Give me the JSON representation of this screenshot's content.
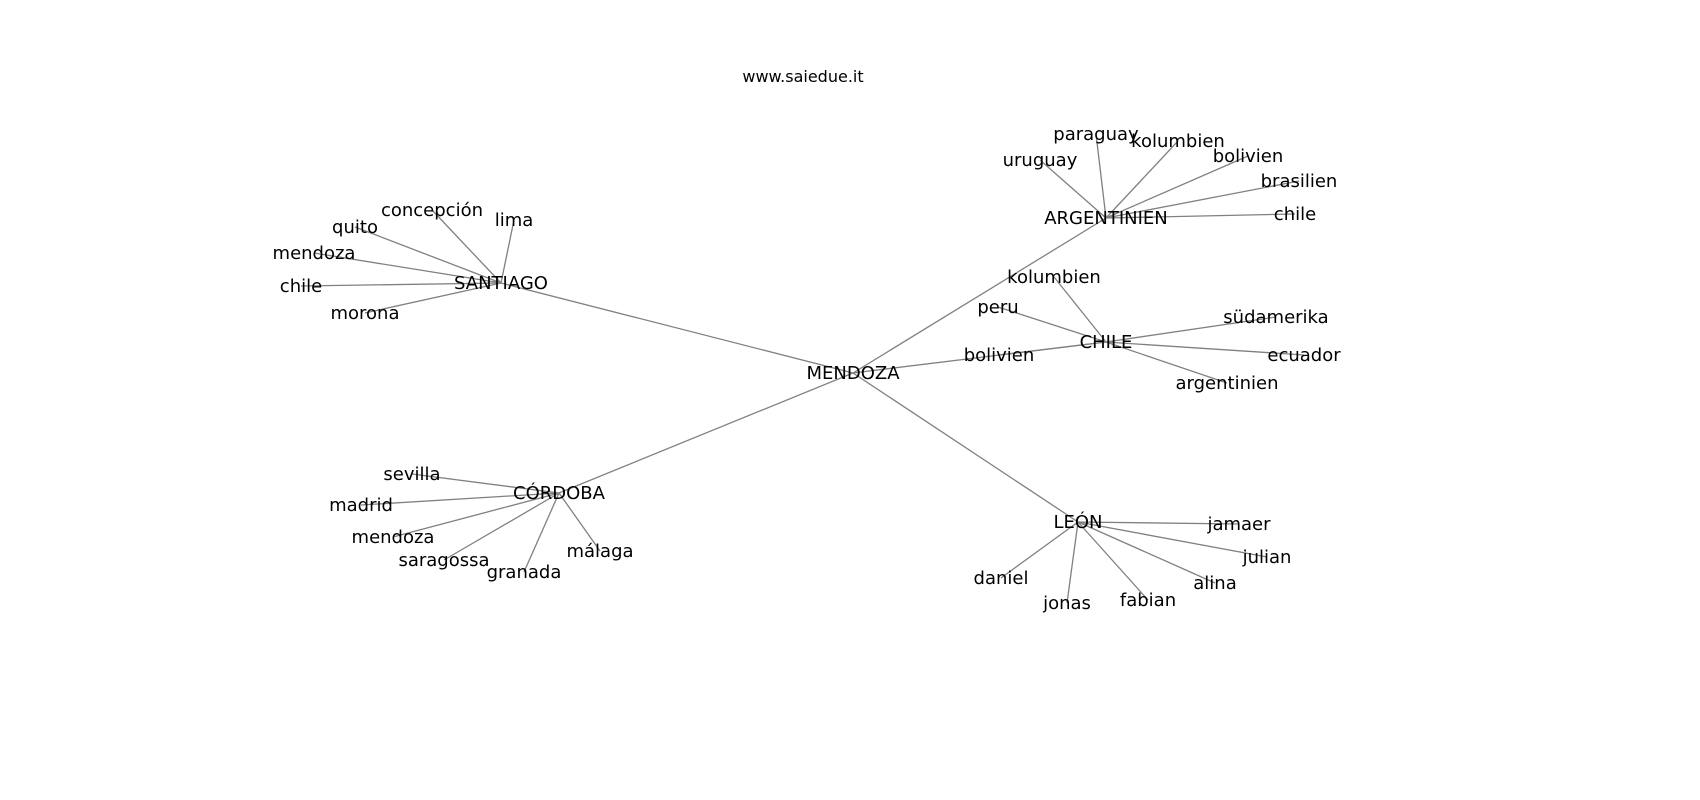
{
  "title": "www.saiedue.it",
  "chart_data": {
    "type": "network",
    "root": "MENDOZA",
    "nodes": [
      "MENDOZA",
      "SANTIAGO",
      "concepción",
      "lima",
      "quito",
      "mendoza",
      "chile",
      "morona",
      "ARGENTINIEN",
      "paraguay",
      "kolumbien",
      "uruguay",
      "bolivien",
      "brasilien",
      "chile",
      "CHILE",
      "kolumbien",
      "peru",
      "bolivien",
      "südamerika",
      "ecuador",
      "argentinien",
      "CÓRDOBA",
      "sevilla",
      "madrid",
      "mendoza",
      "saragossa",
      "granada",
      "málaga",
      "LEÓN",
      "jamaer",
      "julian",
      "alina",
      "fabian",
      "jonas",
      "daniel"
    ],
    "edges": [
      [
        0,
        1
      ],
      [
        0,
        8
      ],
      [
        0,
        15
      ],
      [
        0,
        22
      ],
      [
        0,
        29
      ],
      [
        1,
        2
      ],
      [
        1,
        3
      ],
      [
        1,
        4
      ],
      [
        1,
        5
      ],
      [
        1,
        6
      ],
      [
        1,
        7
      ],
      [
        8,
        9
      ],
      [
        8,
        10
      ],
      [
        8,
        11
      ],
      [
        8,
        12
      ],
      [
        8,
        13
      ],
      [
        8,
        14
      ],
      [
        15,
        16
      ],
      [
        15,
        17
      ],
      [
        15,
        18
      ],
      [
        15,
        19
      ],
      [
        15,
        20
      ],
      [
        15,
        21
      ],
      [
        22,
        23
      ],
      [
        22,
        24
      ],
      [
        22,
        25
      ],
      [
        22,
        26
      ],
      [
        22,
        27
      ],
      [
        22,
        28
      ],
      [
        29,
        30
      ],
      [
        29,
        31
      ],
      [
        29,
        32
      ],
      [
        29,
        33
      ],
      [
        29,
        34
      ],
      [
        29,
        35
      ]
    ]
  }
}
